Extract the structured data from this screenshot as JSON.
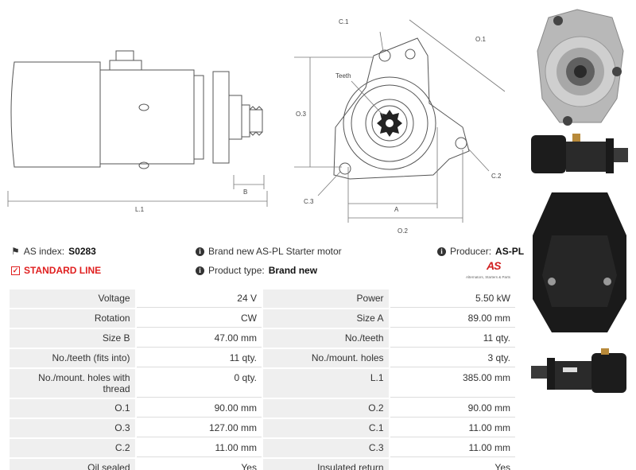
{
  "drawing_side": {
    "l1": "L.1",
    "b": "B"
  },
  "drawing_front": {
    "c1": "C.1",
    "o1": "O.1",
    "teeth": "Teeth",
    "o3": "O.3",
    "c2": "C.2",
    "c3": "C.3",
    "a": "A",
    "o2": "O.2"
  },
  "info": {
    "index_label": "AS index:",
    "index_value": "S0283",
    "line_label": "STANDARD LINE",
    "brand_text": "Brand new AS-PL Starter motor",
    "type_label": "Product type:",
    "type_value": "Brand new",
    "producer_label": "Producer:",
    "producer_value": "AS-PL"
  },
  "logo": {
    "mark": "AS",
    "sub": "Alternators, Starters & Parts"
  },
  "specs": [
    [
      "Voltage",
      "24 V",
      "Power",
      "5.50 kW"
    ],
    [
      "Rotation",
      "CW",
      "Size A",
      "89.00 mm"
    ],
    [
      "Size B",
      "47.00 mm",
      "No./teeth",
      "11 qty."
    ],
    [
      "No./teeth (fits into)",
      "11 qty.",
      "No./mount. holes",
      "3 qty."
    ],
    [
      "No./mount. holes with thread",
      "0 qty.",
      "L.1",
      "385.00 mm"
    ],
    [
      "O.1",
      "90.00 mm",
      "O.2",
      "90.00 mm"
    ],
    [
      "O.3",
      "127.00 mm",
      "C.1",
      "11.00 mm"
    ],
    [
      "C.2",
      "11.00 mm",
      "C.3",
      "11.00 mm"
    ],
    [
      "Oil sealed",
      "Yes",
      "Insulated return",
      "Yes"
    ]
  ]
}
